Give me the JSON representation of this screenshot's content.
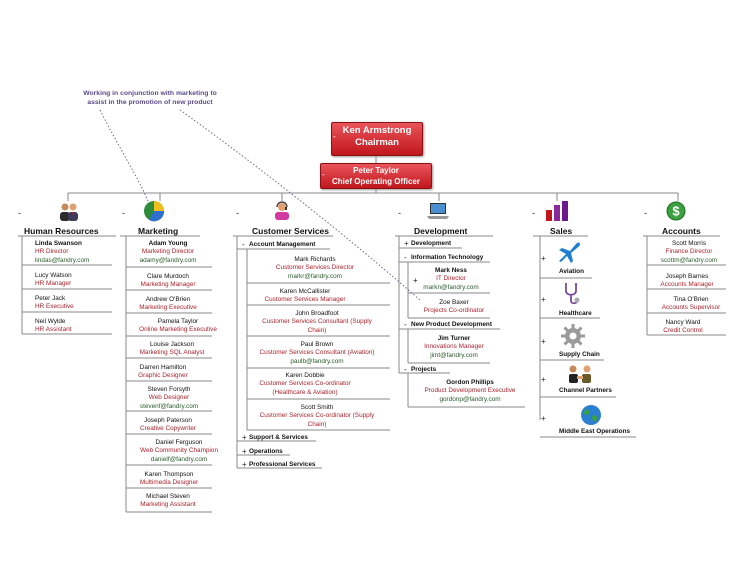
{
  "note": {
    "line1": "Working in conjunction with marketing to",
    "line2": "assist in the promotion of new product"
  },
  "chairman": {
    "name": "Ken Armstrong",
    "title": "Chairman"
  },
  "coo": {
    "name": "Peter Taylor",
    "title": "Chief Operating Officer"
  },
  "collapse_symbol": "-",
  "expand_symbol": "+",
  "departments": {
    "hr": {
      "title": "Human Resources",
      "people": [
        {
          "name": "Linda Swanson",
          "role": "HR Director",
          "email": "lindas@fandry.com"
        },
        {
          "name": "Lucy Watson",
          "role": "HR Manager"
        },
        {
          "name": "Peter Jack",
          "role": "HR Executive"
        },
        {
          "name": "Neil Wylde",
          "role": "HR Assistant"
        }
      ]
    },
    "marketing": {
      "title": "Marketing",
      "people": [
        {
          "name": "Adam Young",
          "role": "Marketing Director",
          "email": "adamy@fandry.com"
        },
        {
          "name": "Clare Murdoch",
          "role": "Marketing Manager"
        },
        {
          "name": "Andrew O'Brien",
          "role": "Marketing Executive"
        },
        {
          "name": "Pamela Taylor",
          "role": "Online Marketing Executive"
        },
        {
          "name": "Louise Jackson",
          "role": "Marketing SQL Analyst"
        },
        {
          "name": "Darren Hamilton",
          "role": "Graphic Designer"
        },
        {
          "name": "Steven Forsyth",
          "role": "Web Designer",
          "email": "stevenf@fandry.com"
        },
        {
          "name": "Joseph Paterson",
          "role": "Creative Copywriter"
        },
        {
          "name": "Daniel Ferguson",
          "role": "Web Community Champion",
          "email": "danielf@fandry.com"
        },
        {
          "name": "Karen Thompson",
          "role": "Multimedia Designer"
        },
        {
          "name": "Michael Steven",
          "role": "Marketing Assistant"
        }
      ]
    },
    "cs": {
      "title": "Customer Services",
      "account_management": "Account Management",
      "people": [
        {
          "name": "Mark Richards",
          "role": "Customer Services Director",
          "email": "markr@fandry.com"
        },
        {
          "name": "Karen McCallister",
          "role": "Customer Services Manager"
        },
        {
          "name": "John Broadfoot",
          "role": "Customer Services Consultant (Supply",
          "role2": "Chain)"
        },
        {
          "name": "Paul Brown",
          "role": "Customer Services Consultant (Aviation)",
          "email": "paulb@fandry.com"
        },
        {
          "name": "Karen Dobbie",
          "role": "Customer Services Co-ordinator",
          "role2": "(Healthcare & Aviation)"
        },
        {
          "name": "Scott Smith",
          "role": "Customer Services Co-ordinator (Supply",
          "role2": "Chain)"
        }
      ],
      "support": "Support & Services",
      "operations": "Operations",
      "professional": "Professional Services"
    },
    "dev": {
      "title": "Development",
      "development": "Development",
      "it": "Information Technology",
      "it_people": [
        {
          "name": "Mark Ness",
          "role": "IT Director",
          "email": "markn@fandry.com"
        },
        {
          "name": "Zoe Baxer",
          "role": "Projects Co-ordinator"
        }
      ],
      "npd": "New Product Development",
      "npd_people": [
        {
          "name": "Jim Turner",
          "role": "Innovations Manager",
          "email": "jimt@fandry.com"
        }
      ],
      "projects": "Projects",
      "projects_people": [
        {
          "name": "Gordon Phillips",
          "role": "Product Development Executive",
          "email": "gordonp@fandry.com"
        }
      ]
    },
    "sales": {
      "title": "Sales",
      "items": [
        "Aviation",
        "Healthcare",
        "Supply Chain",
        "Channel Partners",
        "Middle East Operations"
      ]
    },
    "accounts": {
      "title": "Accounts",
      "people": [
        {
          "name": "Scott Morris",
          "role": "Finance Director",
          "email": "scottm@fandry.com"
        },
        {
          "name": "Joseph Barnes",
          "role": "Accounts Manager"
        },
        {
          "name": "Tina O'Brien",
          "role": "Accounts Supervisor"
        },
        {
          "name": "Nancy Ward",
          "role": "Credit Control"
        }
      ]
    }
  },
  "colors": {
    "box_red": "#c0161c",
    "role_red": "#a8242c",
    "email_green": "#2a5a2a",
    "note_purple": "#5b4b8a",
    "line_gray": "#888888"
  }
}
